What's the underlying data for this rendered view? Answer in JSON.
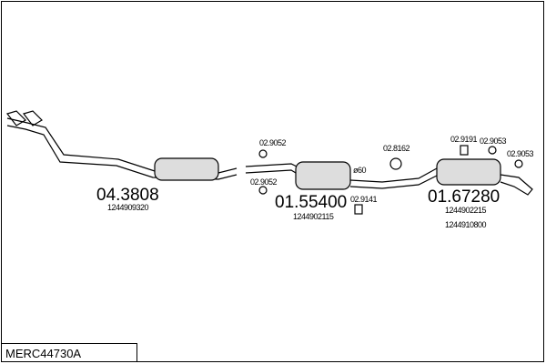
{
  "reference": "MERC44730A",
  "parts": [
    {
      "number": "04.3808",
      "oe": [
        "1244909320"
      ]
    },
    {
      "number": "01.55400",
      "oe": [
        "1244902115"
      ]
    },
    {
      "number": "01.67280",
      "oe": [
        "1244902215",
        "1244910800"
      ]
    }
  ],
  "accessories": [
    "02.9052",
    "02.9052",
    "02.9141",
    "02.8162",
    "02.9191",
    "02.9053",
    "02.9053"
  ],
  "diameter": "ø60"
}
